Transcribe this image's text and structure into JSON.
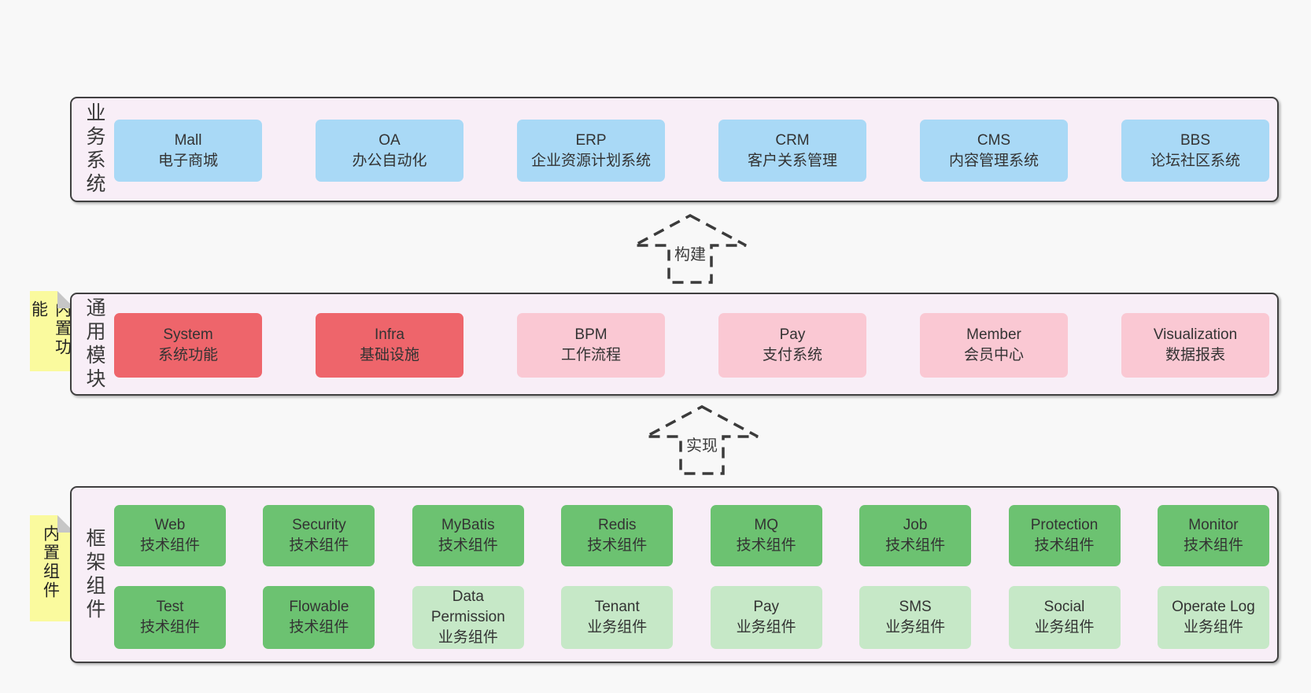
{
  "colors": {
    "page_bg": "#f8f8f8",
    "band_bg": "#f8eef7",
    "border": "#404040",
    "text": "#333333",
    "line": "#3b3b3b",
    "blue": "#a9d9f6",
    "red": "#ee656b",
    "pink": "#fac8d3",
    "green": "#6cc271",
    "light_green": "#c6e8c7",
    "note_yellow": "#fafa9e",
    "fold_gray": "#c6c6c6"
  },
  "bands": [
    {
      "label": "业务系统",
      "rows": [
        [
          {
            "name": "Mall",
            "desc": "电子商城"
          },
          {
            "name": "OA",
            "desc": "办公自动化"
          },
          {
            "name": "ERP",
            "desc": "企业资源计划系统"
          },
          {
            "name": "CRM",
            "desc": "客户关系管理"
          },
          {
            "name": "CMS",
            "desc": "内容管理系统"
          },
          {
            "name": "BBS",
            "desc": "论坛社区系统"
          }
        ]
      ]
    },
    {
      "label": "通用模块",
      "note": "内置功能",
      "rows": [
        [
          {
            "name": "System",
            "desc": "系统功能"
          },
          {
            "name": "Infra",
            "desc": "基础设施"
          },
          {
            "name": "BPM",
            "desc": "工作流程"
          },
          {
            "name": "Pay",
            "desc": "支付系统"
          },
          {
            "name": "Member",
            "desc": "会员中心"
          },
          {
            "name": "Visualization",
            "desc": "数据报表"
          }
        ]
      ]
    },
    {
      "label": "框架组件",
      "note": "内置组件",
      "rows": [
        [
          {
            "name": "Web",
            "desc": "技术组件"
          },
          {
            "name": "Security",
            "desc": "技术组件"
          },
          {
            "name": "MyBatis",
            "desc": "技术组件"
          },
          {
            "name": "Redis",
            "desc": "技术组件"
          },
          {
            "name": "MQ",
            "desc": "技术组件"
          },
          {
            "name": "Job",
            "desc": "技术组件"
          },
          {
            "name": "Protection",
            "desc": "技术组件"
          },
          {
            "name": "Monitor",
            "desc": "技术组件"
          }
        ],
        [
          {
            "name": "Test",
            "desc": "技术组件"
          },
          {
            "name": "Flowable",
            "desc": "技术组件"
          },
          {
            "name": "Data Permission",
            "desc": "业务组件"
          },
          {
            "name": "Tenant",
            "desc": "业务组件"
          },
          {
            "name": "Pay",
            "desc": "业务组件"
          },
          {
            "name": "SMS",
            "desc": "业务组件"
          },
          {
            "name": "Social",
            "desc": "业务组件"
          },
          {
            "name": "Operate Log",
            "desc": "业务组件"
          }
        ]
      ]
    }
  ],
  "arrows": [
    {
      "label": "构建"
    },
    {
      "label": "实现"
    }
  ]
}
